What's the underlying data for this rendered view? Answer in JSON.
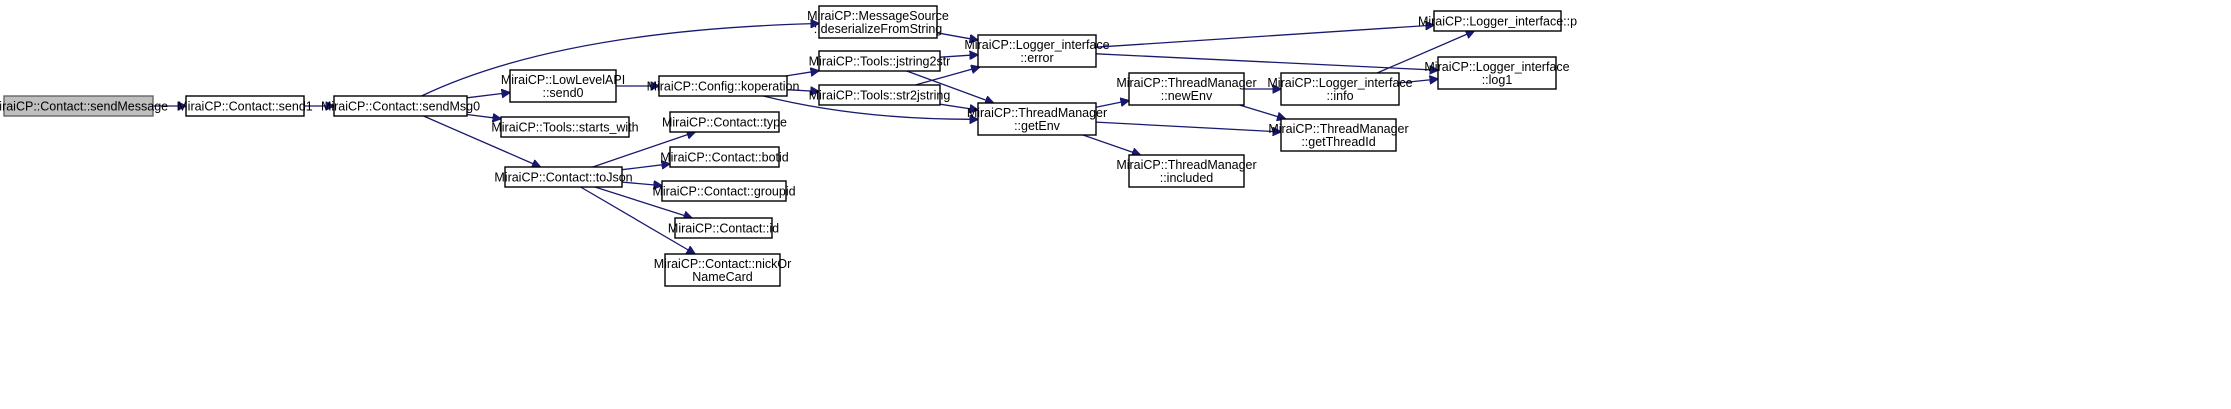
{
  "diagram": {
    "type": "call-graph",
    "edge_color": "#191970",
    "root_fill": "#bfbfbf",
    "nodes": [
      {
        "id": "sendMessage",
        "lines": [
          "MiraiCP::Contact::sendMessage"
        ],
        "root": true
      },
      {
        "id": "send1",
        "lines": [
          "MiraiCP::Contact::send1"
        ]
      },
      {
        "id": "sendMsg0",
        "lines": [
          "MiraiCP::Contact::sendMsg0"
        ]
      },
      {
        "id": "deserialize",
        "lines": [
          "MiraiCP::MessageSource",
          "::deserializeFromString"
        ]
      },
      {
        "id": "llsend0",
        "lines": [
          "MiraiCP::LowLevelAPI",
          "::send0"
        ]
      },
      {
        "id": "starts_with",
        "lines": [
          "MiraiCP::Tools::starts_with"
        ]
      },
      {
        "id": "toJson",
        "lines": [
          "MiraiCP::Contact::toJson"
        ]
      },
      {
        "id": "koperation",
        "lines": [
          "MiraiCP::Config::koperation"
        ]
      },
      {
        "id": "type",
        "lines": [
          "MiraiCP::Contact::type"
        ]
      },
      {
        "id": "botid",
        "lines": [
          "MiraiCP::Contact::botid"
        ]
      },
      {
        "id": "groupid",
        "lines": [
          "MiraiCP::Contact::groupid"
        ]
      },
      {
        "id": "id",
        "lines": [
          "MiraiCP::Contact::id"
        ]
      },
      {
        "id": "nick",
        "lines": [
          "MiraiCP::Contact::nickOr",
          "NameCard"
        ]
      },
      {
        "id": "jstring2str",
        "lines": [
          "MiraiCP::Tools::jstring2str"
        ]
      },
      {
        "id": "str2jstring",
        "lines": [
          "MiraiCP::Tools::str2jstring"
        ]
      },
      {
        "id": "error",
        "lines": [
          "MiraiCP::Logger_interface",
          "::error"
        ]
      },
      {
        "id": "getEnv",
        "lines": [
          "MiraiCP::ThreadManager",
          "::getEnv"
        ]
      },
      {
        "id": "newEnv",
        "lines": [
          "MiraiCP::ThreadManager",
          "::newEnv"
        ]
      },
      {
        "id": "included",
        "lines": [
          "MiraiCP::ThreadManager",
          "::included"
        ]
      },
      {
        "id": "info",
        "lines": [
          "MiraiCP::Logger_interface",
          "::info"
        ]
      },
      {
        "id": "getThreadId",
        "lines": [
          "MiraiCP::ThreadManager",
          "::getThreadId"
        ]
      },
      {
        "id": "p",
        "lines": [
          "MiraiCP::Logger_interface::p"
        ]
      },
      {
        "id": "log1",
        "lines": [
          "MiraiCP::Logger_interface",
          "::log1"
        ]
      }
    ],
    "edges": [
      [
        "sendMessage",
        "send1"
      ],
      [
        "send1",
        "sendMsg0"
      ],
      [
        "sendMsg0",
        "deserialize"
      ],
      [
        "sendMsg0",
        "llsend0"
      ],
      [
        "sendMsg0",
        "starts_with"
      ],
      [
        "sendMsg0",
        "toJson"
      ],
      [
        "deserialize",
        "error"
      ],
      [
        "llsend0",
        "koperation"
      ],
      [
        "koperation",
        "jstring2str"
      ],
      [
        "koperation",
        "str2jstring"
      ],
      [
        "koperation",
        "getEnv"
      ],
      [
        "jstring2str",
        "error"
      ],
      [
        "jstring2str",
        "getEnv"
      ],
      [
        "str2jstring",
        "error"
      ],
      [
        "str2jstring",
        "getEnv"
      ],
      [
        "toJson",
        "type"
      ],
      [
        "toJson",
        "botid"
      ],
      [
        "toJson",
        "groupid"
      ],
      [
        "toJson",
        "id"
      ],
      [
        "toJson",
        "nick"
      ],
      [
        "error",
        "p"
      ],
      [
        "error",
        "log1"
      ],
      [
        "getEnv",
        "newEnv"
      ],
      [
        "getEnv",
        "getThreadId"
      ],
      [
        "getEnv",
        "included"
      ],
      [
        "newEnv",
        "info"
      ],
      [
        "newEnv",
        "getThreadId"
      ],
      [
        "info",
        "p"
      ],
      [
        "info",
        "log1"
      ]
    ]
  }
}
